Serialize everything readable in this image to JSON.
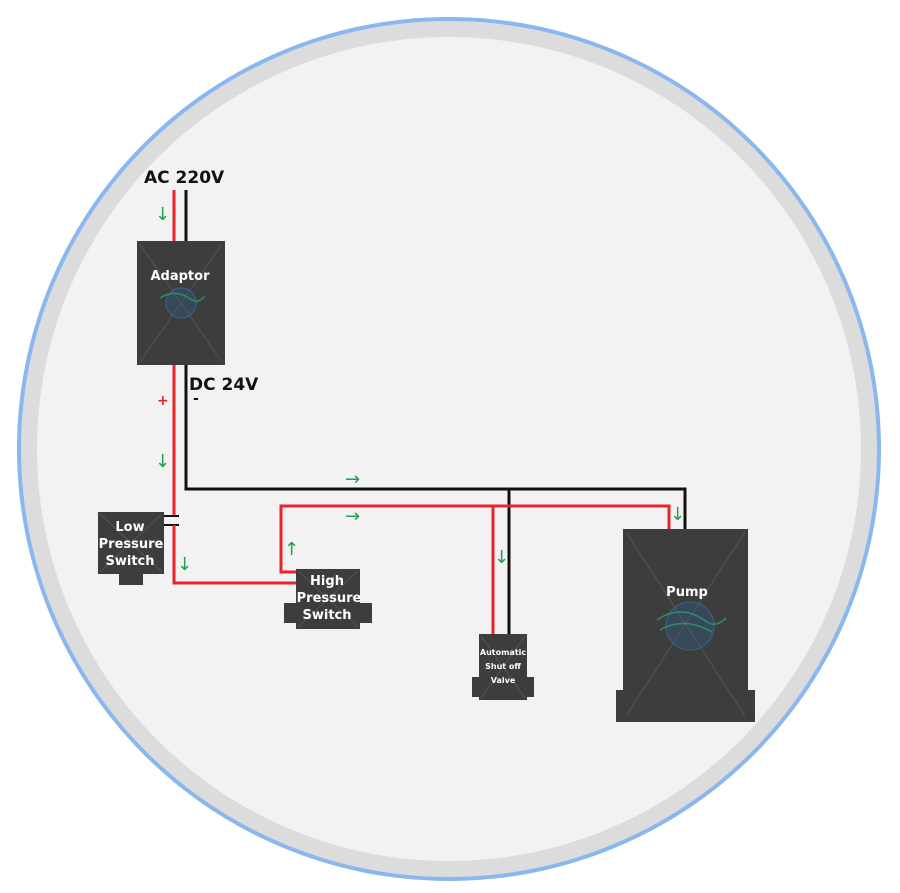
{
  "labels": {
    "ac_input": "AC 220V",
    "dc_output": "DC 24V",
    "plus": "+",
    "minus": "-"
  },
  "devices": {
    "adaptor": "Adaptor",
    "low_pressure_switch": [
      "Low",
      "Pressure",
      "Switch"
    ],
    "high_pressure_switch": [
      "High",
      "Pressure",
      "Switch"
    ],
    "shutoff_valve": [
      "Automatic",
      "Shut off",
      "Valve"
    ],
    "pump": "Pump"
  },
  "flow_arrows": {
    "down": "↓",
    "up": "↑",
    "right": "→"
  },
  "colors": {
    "positive_wire": "#e8262a",
    "negative_wire": "#111111",
    "arrow": "#1aa34a",
    "plus_sign": "#e8262a",
    "ring_outer": "#8ab8ee",
    "ring_inner": "#dcdcdc",
    "background": "#f2f2f2",
    "device_body": "#3d3d3d"
  }
}
